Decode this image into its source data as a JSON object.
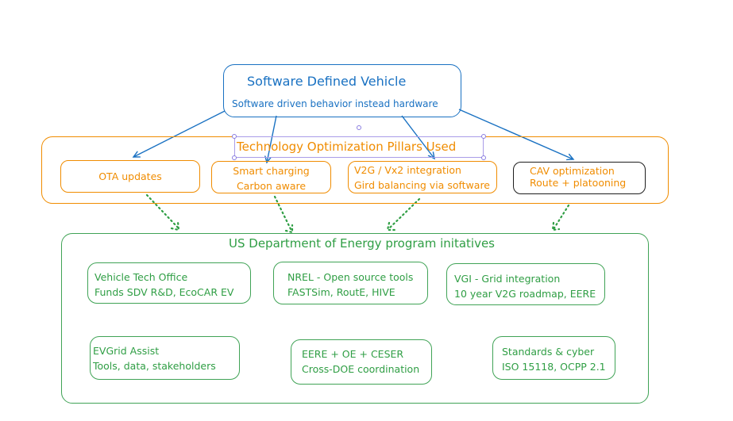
{
  "colors": {
    "blue": "#1971c2",
    "orange": "#f08c00",
    "green": "#2f9e44",
    "dark_border": "#1e1e1e",
    "selection": "#a99ce8"
  },
  "sdv": {
    "title": "Software Defined Vehicle",
    "subtitle": "Software driven behavior instead hardware"
  },
  "pillars": {
    "title": "Technology Optimization Pillars Used",
    "items": [
      {
        "line1": "OTA updates",
        "line2": ""
      },
      {
        "line1": "Smart charging",
        "line2": "Carbon aware"
      },
      {
        "line1": "V2G / Vx2 integration",
        "line2": "Gird balancing via software"
      },
      {
        "line1": "CAV optimization",
        "line2": "Route + platooning"
      }
    ]
  },
  "doe": {
    "title": "US Department of Energy program initatives",
    "items": [
      {
        "line1": "Vehicle Tech Office",
        "line2": "Funds SDV R&D, EcoCAR EV"
      },
      {
        "line1": "NREL - Open source tools",
        "line2": "FASTSim, RoutE, HIVE"
      },
      {
        "line1": "VGI - Grid integration",
        "line2": "10 year V2G roadmap, EERE"
      },
      {
        "line1": "EVGrid Assist",
        "line2": "Tools, data, stakeholders"
      },
      {
        "line1": "EERE + OE + CESER",
        "line2": "Cross-DOE coordination"
      },
      {
        "line1": "Standards & cyber",
        "line2": "ISO 15118, OCPP 2.1"
      }
    ]
  }
}
